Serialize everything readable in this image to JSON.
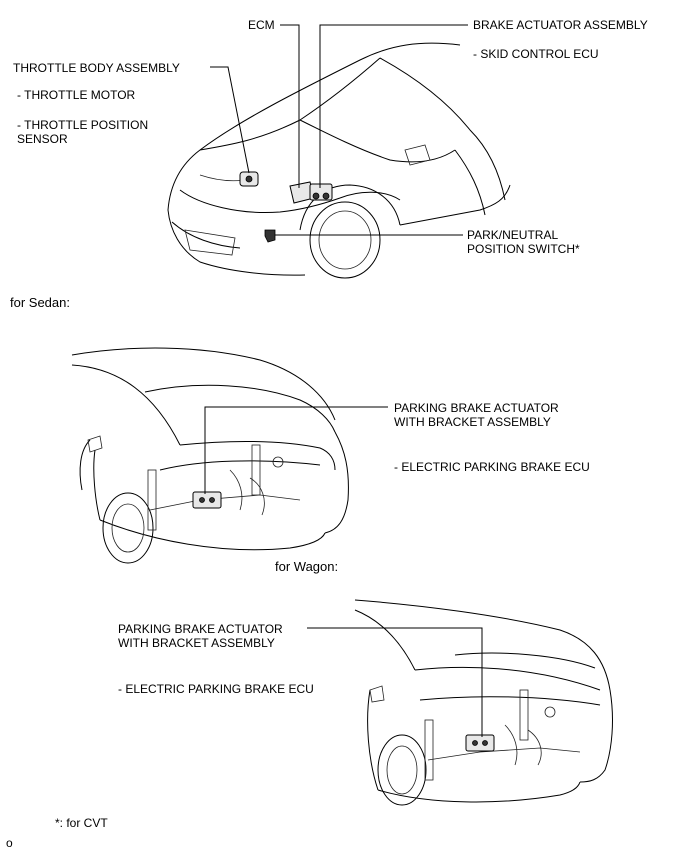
{
  "labels": {
    "ecm": "ECM",
    "brake_actuator": "BRAKE ACTUATOR ASSEMBLY",
    "skid_control": "- SKID CONTROL ECU",
    "throttle_body": "THROTTLE BODY ASSEMBLY",
    "throttle_motor": "- THROTTLE MOTOR",
    "throttle_pos_1": "- THROTTLE POSITION",
    "throttle_pos_2": "SENSOR",
    "park_neutral_1": "PARK/NEUTRAL",
    "park_neutral_2": "POSITION SWITCH*",
    "sedan_caption": "for Sedan:",
    "sedan_pb_1": "PARKING BRAKE ACTUATOR",
    "sedan_pb_2": "WITH BRACKET ASSEMBLY",
    "sedan_epb": "- ELECTRIC PARKING BRAKE ECU",
    "wagon_caption": "for Wagon:",
    "wagon_pb_1": "PARKING BRAKE ACTUATOR",
    "wagon_pb_2": "WITH BRACKET ASSEMBLY",
    "wagon_epb": "- ELECTRIC PARKING BRAKE ECU",
    "footnote": "*: for CVT",
    "corner_mark": "o"
  }
}
